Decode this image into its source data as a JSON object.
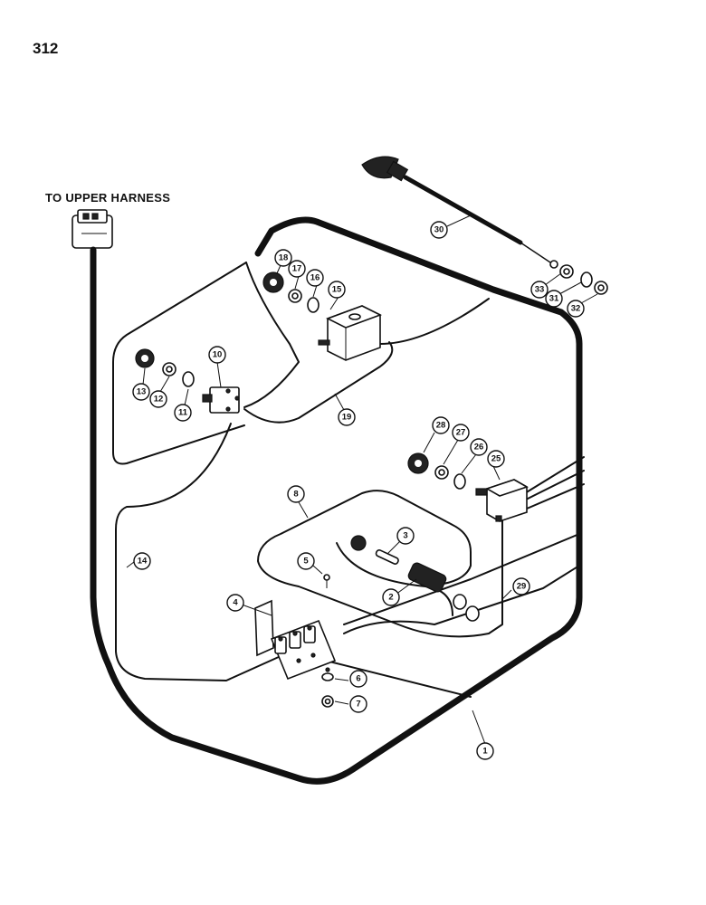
{
  "page": {
    "number": "312"
  },
  "labels": {
    "to_upper_harness": "TO UPPER HARNESS"
  },
  "callouts": [
    "1",
    "2",
    "3",
    "4",
    "5",
    "6",
    "7",
    "8",
    "10",
    "11",
    "12",
    "13",
    "14",
    "15",
    "16",
    "17",
    "18",
    "19",
    "25",
    "26",
    "27",
    "28",
    "29",
    "30",
    "31",
    "32",
    "33"
  ]
}
